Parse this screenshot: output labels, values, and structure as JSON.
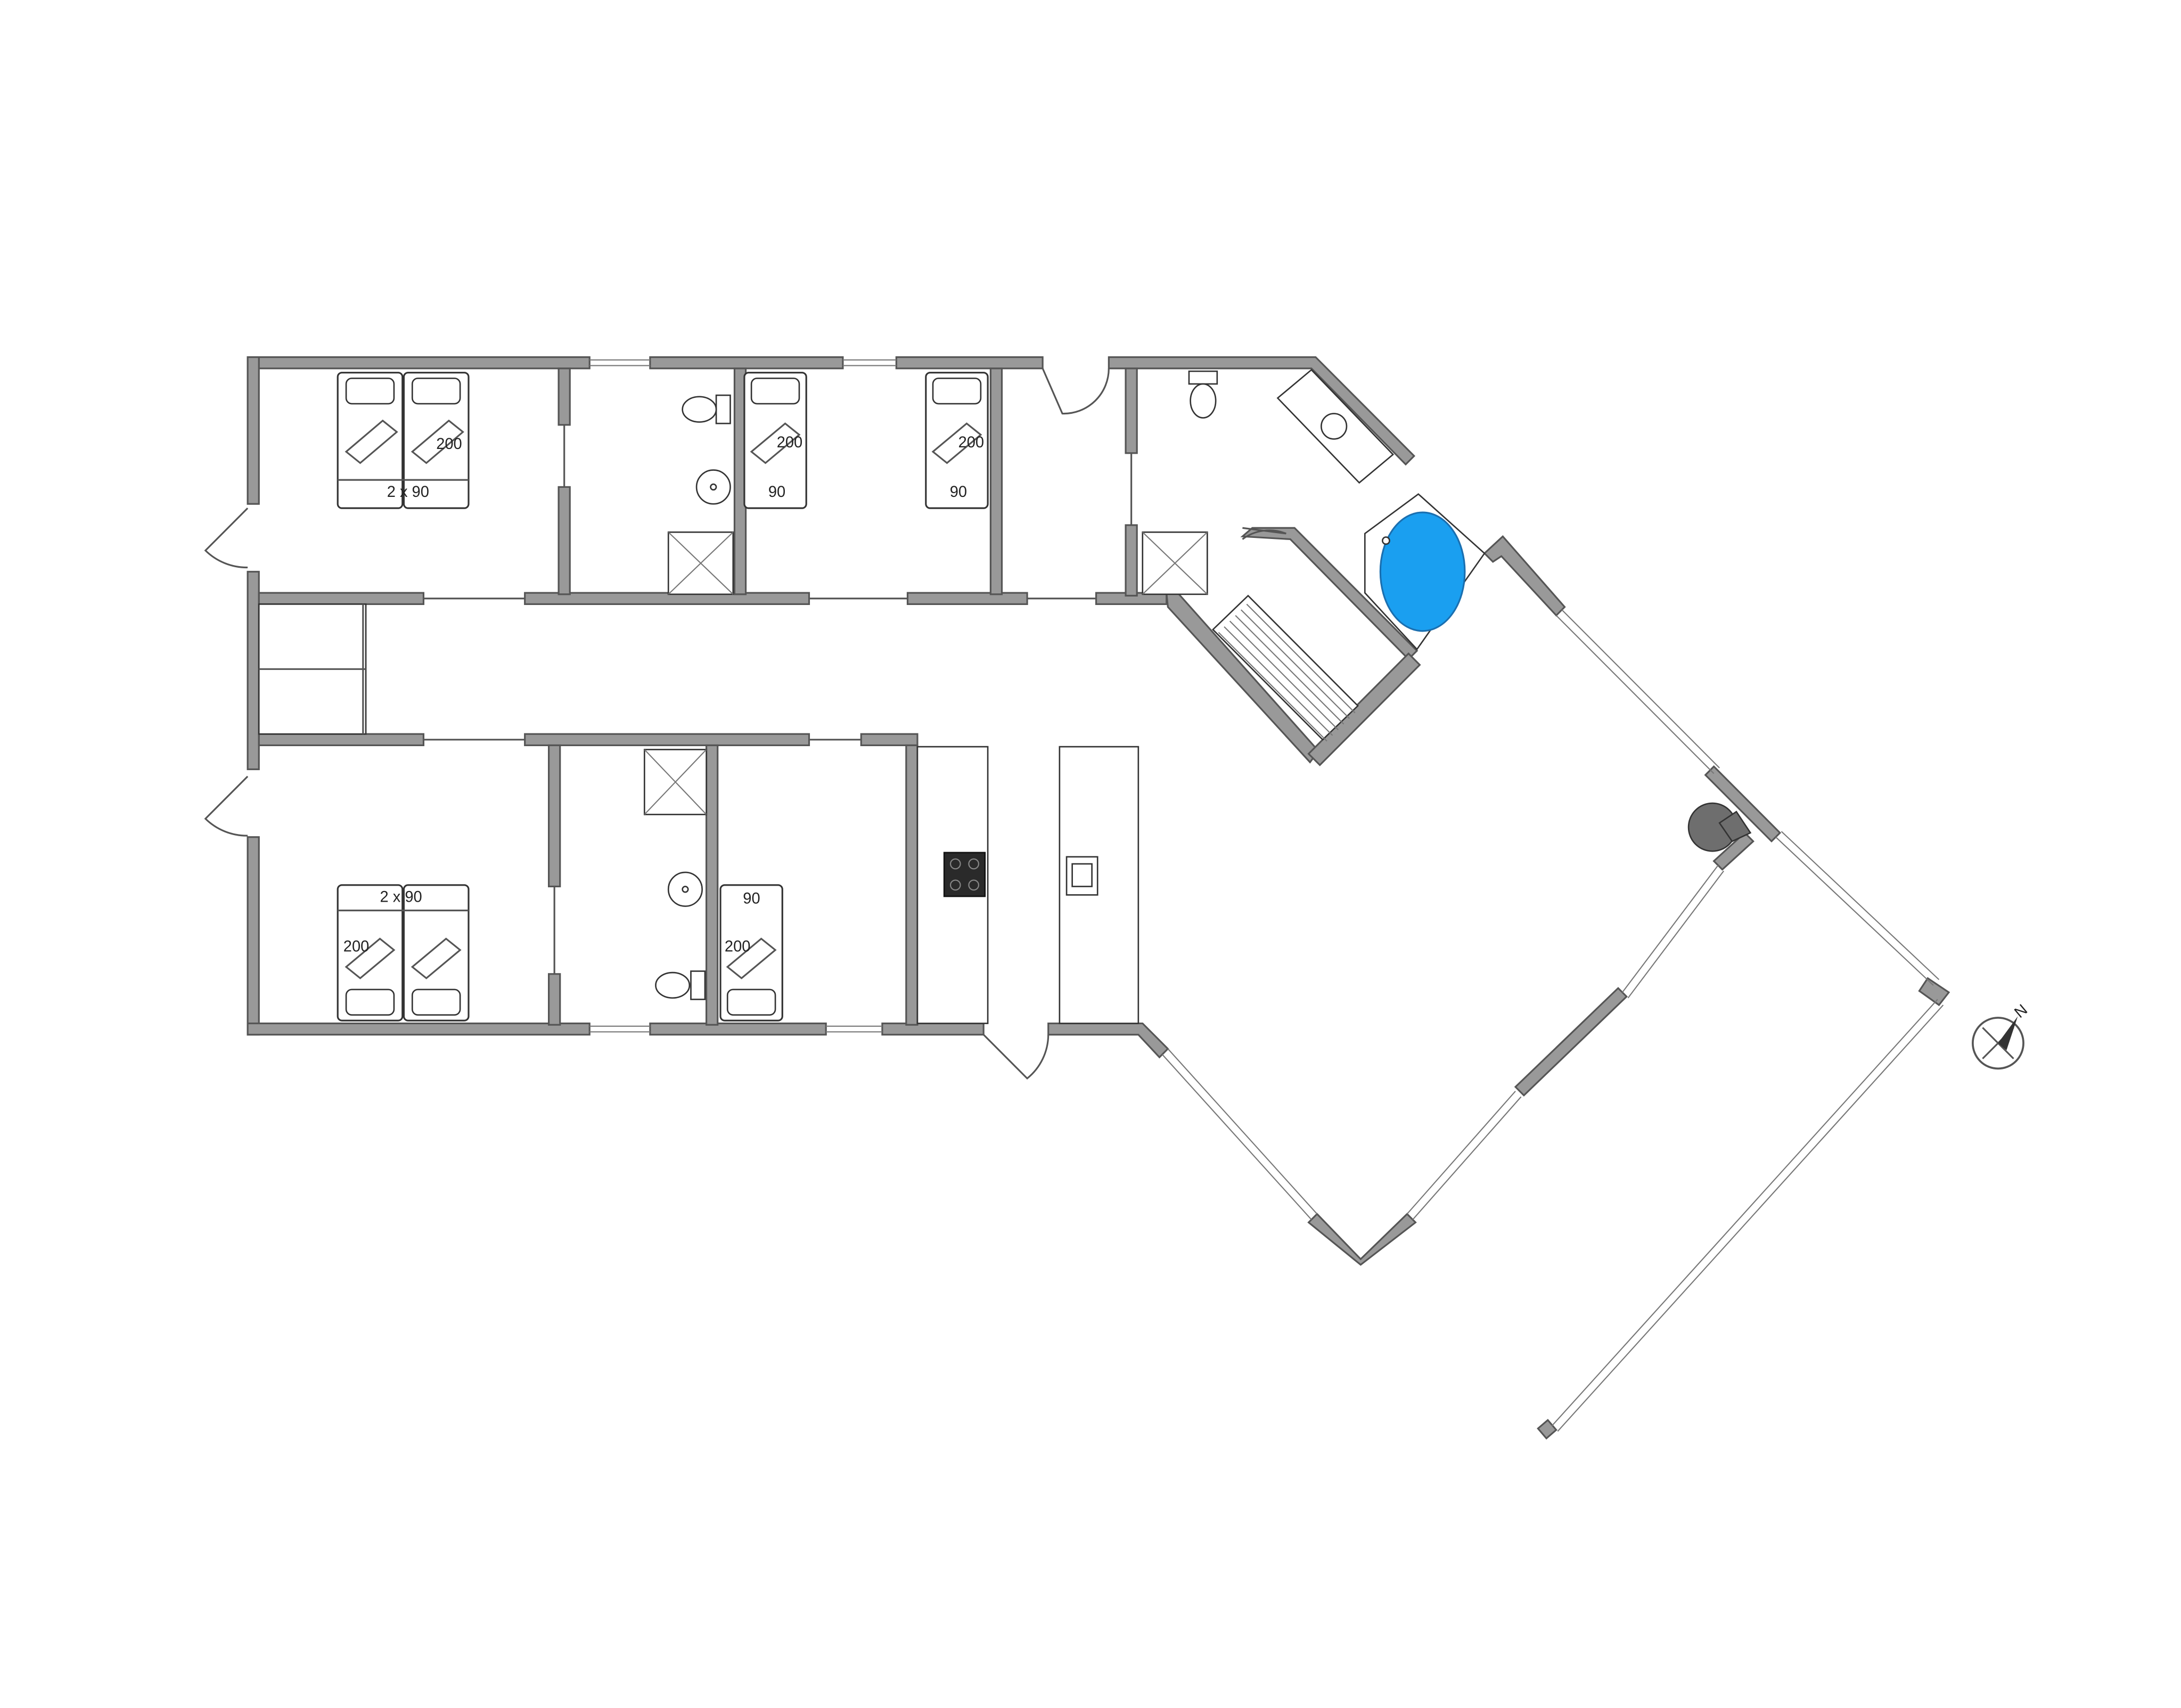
{
  "bed_labels": {
    "bed1_width": "2 x 90",
    "bed1_length": "200",
    "bed2_length": "200",
    "bed2_width": "90",
    "bed3_length": "200",
    "bed3_width": "90",
    "bed4_width": "2 x 90",
    "bed4_length": "200",
    "bed5_width": "90",
    "bed5_length": "200"
  },
  "compass": {
    "label": "N"
  },
  "colors": {
    "wall": "#999999",
    "wall_outline": "#555555",
    "hot_tub": "#1a9ff0",
    "stove": "#2a2a2a",
    "fireplace": "#6e6e6e"
  }
}
